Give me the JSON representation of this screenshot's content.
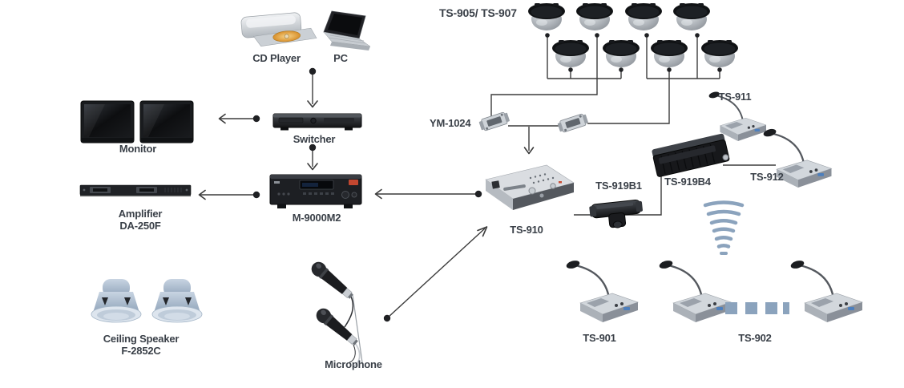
{
  "labels": {
    "cd_player": "CD Player",
    "pc": "PC",
    "monitor": "Monitor",
    "switcher": "Switcher",
    "amplifier_line1": "Amplifier",
    "amplifier_line2": "DA-250F",
    "m9000m2": "M-9000M2",
    "ceiling_speaker_line1": "Ceiling Speaker",
    "ceiling_speaker_line2": "F-2852C",
    "microphone": "Microphone",
    "ts905_907": "TS-905/ TS-907",
    "ym1024": "YM-1024",
    "ts910": "TS-910",
    "ts919b1": "TS-919B1",
    "ts919b4": "TS-919B4",
    "ts911": "TS-911",
    "ts912": "TS-912",
    "ts901": "TS-901",
    "ts902": "TS-902"
  },
  "colors": {
    "background": "#ffffff",
    "label_text": "#3a4048",
    "wire": "#3b3b3b",
    "signal_blue": "#8ba3bd",
    "device_black": "#1b1d20",
    "device_silver": "#c9ced4",
    "ceiling_speaker_blue": "#a9bccf",
    "cd_disc_orange": "#d78f2b",
    "badge_red": "#c24730"
  }
}
